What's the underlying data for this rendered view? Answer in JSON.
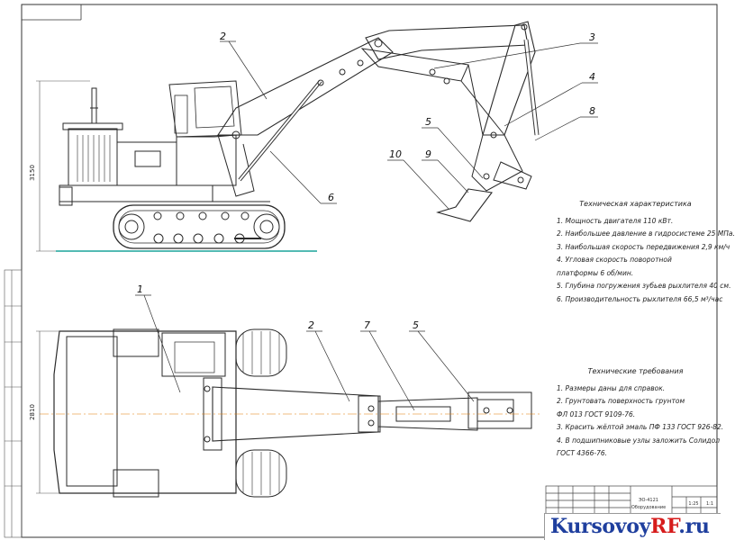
{
  "labels": {
    "l1": "1",
    "l2a": "2",
    "l2b": "2",
    "l3": "3",
    "l4": "4",
    "l5a": "5",
    "l5b": "5",
    "l6": "6",
    "l7": "7",
    "l8": "8",
    "l9": "9",
    "l10": "10"
  },
  "dimensions": {
    "height": "3150",
    "width": "2810"
  },
  "characteristics": {
    "title": "Техническая характеристика",
    "items": [
      "1. Мощность двигателя 110 кВт.",
      "2. Наибольшее давление в гидросистеме 25 МПа.",
      "3. Наибольшая скорость передвижения 2,9 км/ч",
      "4. Угловая скорость поворотной",
      "платформы 6 об/мин.",
      "5. Глубина погружения зубьев рыхлителя 40 см.",
      "6. Производительность рыхлителя 66,5 м³/час"
    ]
  },
  "requirements": {
    "title": "Технические требования",
    "items": [
      "1. Размеры даны для справок.",
      "2. Грунтовать поверхность грунтом",
      "ФЛ 013 ГОСТ 9109-76.",
      "3. Красить жёлтой эмаль ПФ 133 ГОСТ 926-82.",
      "4. В подшипниковые узлы заложить Солидол",
      "ГОСТ 4366-76."
    ]
  },
  "title_block": {
    "code": "ЭО-4121",
    "name": "Оборудование",
    "scale": "1:25",
    "sheet": "1:1"
  },
  "watermark": {
    "pre": "Kursovoy",
    "rf": "RF",
    "post": ".ru"
  }
}
